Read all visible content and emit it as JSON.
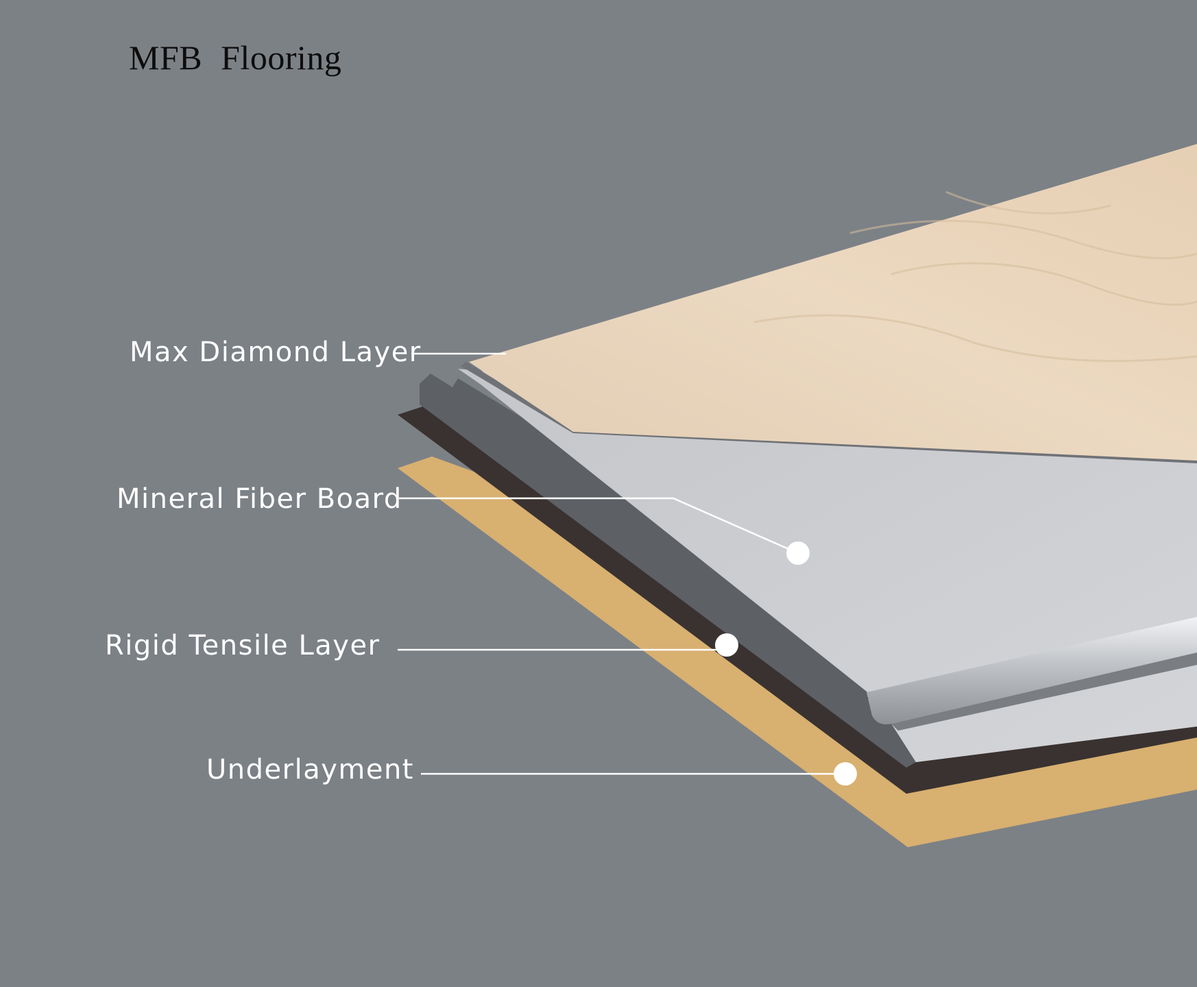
{
  "title": "MFB  Flooring",
  "layers": [
    {
      "label": "Max Diamond Layer",
      "color": "#e8d5bd"
    },
    {
      "label": "Mineral Fiber Board",
      "color": "#c9cbcf"
    },
    {
      "label": "Rigid Tensile Layer",
      "color": "#3a3230"
    },
    {
      "label": "Underlayment",
      "color": "#d8b070"
    }
  ],
  "colors": {
    "background": "#7c8186",
    "board_edge": "#5d6065",
    "leader_line": "#ffffff"
  }
}
